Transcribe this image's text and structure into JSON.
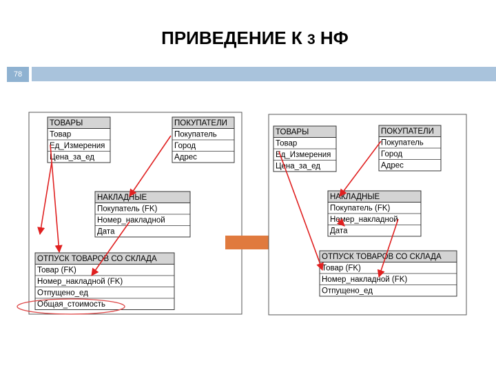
{
  "title": {
    "main": "ПРИВЕДЕНИЕ К ",
    "num": "3",
    "tail": " НФ"
  },
  "slide_number": "78",
  "before": {
    "tables": [
      {
        "title": "ТОВАРЫ",
        "rows": [
          "Товар",
          "Ед_Измерения",
          "Цена_за_ед"
        ]
      },
      {
        "title": "ПОКУПАТЕЛИ",
        "rows": [
          "Покупатель",
          "Город",
          "Адрес"
        ]
      },
      {
        "title": "НАКЛАДНЫЕ",
        "rows": [
          "Покупатель (FK)",
          "Номер_накладной",
          "Дата"
        ]
      },
      {
        "title": "ОТПУСК ТОВАРОВ СО СКЛАДА",
        "rows": [
          "Товар (FK)",
          "Номер_накладной (FK)",
          "Отпущено_ед",
          "Общая_стоимость"
        ]
      }
    ]
  },
  "after": {
    "tables": [
      {
        "title": "ТОВАРЫ",
        "rows": [
          "Товар",
          "Ед_Измерения",
          "Цена_за_ед"
        ]
      },
      {
        "title": "ПОКУПАТЕЛИ",
        "rows": [
          "Покупатель",
          "Город",
          "Адрес"
        ]
      },
      {
        "title": "НАКЛАДНЫЕ",
        "rows": [
          "Покупатель (FK)",
          "Номер_накладной",
          "Дата"
        ]
      },
      {
        "title": "ОТПУСК ТОВАРОВ СО СКЛАДА",
        "rows": [
          "Товар (FK)",
          "Номер_накладной (FK)",
          "Отпущено_ед"
        ]
      }
    ]
  },
  "colors": {
    "header_bar": "#a9c3dc",
    "slide_num_bg": "#8fb2d1",
    "table_header": "#d4d4d4",
    "arrow": "#e02020",
    "transition_arrow": "#e07a3e"
  }
}
